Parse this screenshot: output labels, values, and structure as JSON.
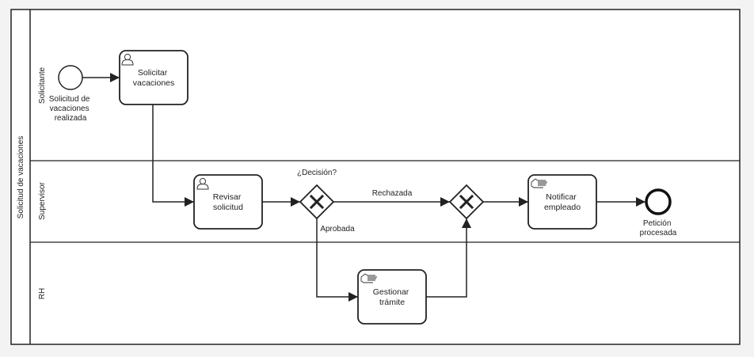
{
  "pool": {
    "label": "Solicitud de vacaciones"
  },
  "lanes": [
    {
      "id": "solicitante",
      "label": "Solicitante"
    },
    {
      "id": "supervisor",
      "label": "Supervisor"
    },
    {
      "id": "rh",
      "label": "RH"
    }
  ],
  "start_event": {
    "label_lines": [
      "Solicitud de",
      "vacaciones",
      "realizada"
    ]
  },
  "tasks": {
    "solicitar": {
      "label_lines": [
        "Solicitar",
        "vacaciones"
      ],
      "type": "user-task",
      "icon": "user-icon"
    },
    "revisar": {
      "label_lines": [
        "Revisar",
        "solicitud"
      ],
      "type": "user-task",
      "icon": "user-icon"
    },
    "notificar": {
      "label_lines": [
        "Notificar",
        "empleado"
      ],
      "type": "manual-task",
      "icon": "hand-icon"
    },
    "gestionar": {
      "label_lines": [
        "Gestionar",
        "trámite"
      ],
      "type": "manual-task",
      "icon": "hand-icon"
    }
  },
  "gateways": {
    "decision": {
      "label": "¿Decisión?",
      "type": "exclusive"
    },
    "merge": {
      "label": "",
      "type": "exclusive"
    }
  },
  "flows": {
    "rechazada": "Rechazada",
    "aprobada": "Aprobada"
  },
  "end_event": {
    "label_lines": [
      "Petición",
      "procesada"
    ]
  }
}
